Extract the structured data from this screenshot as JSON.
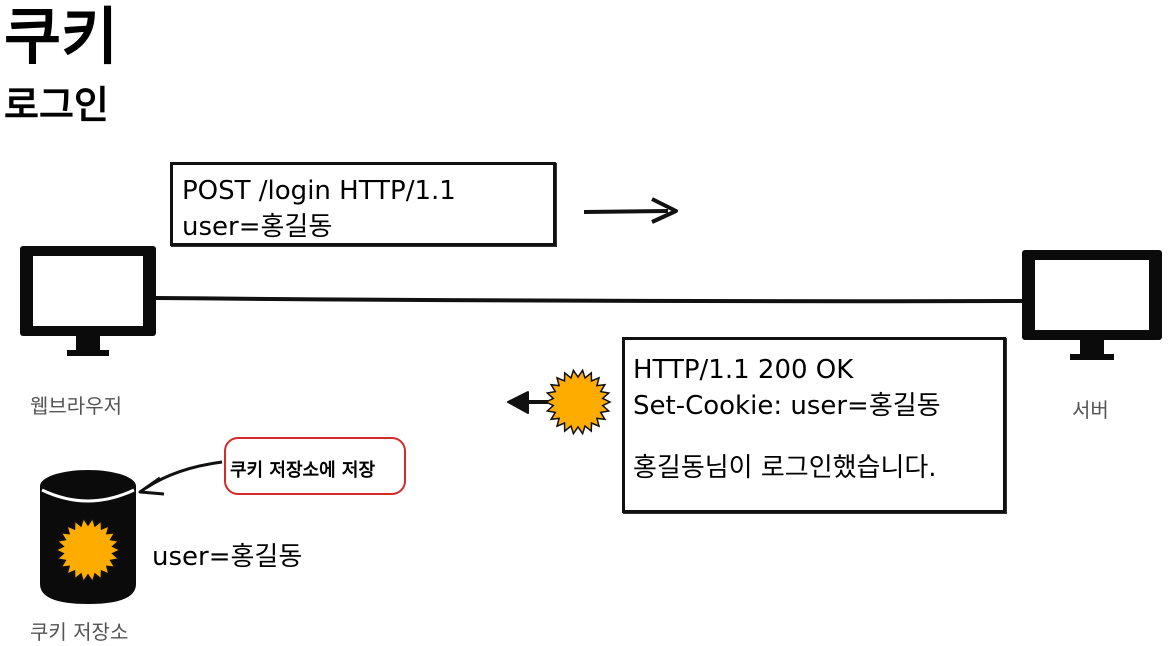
{
  "title": "쿠키",
  "subtitle": "로그인",
  "request": {
    "line1": "POST /login HTTP/1.1",
    "line2": "user=홍길동"
  },
  "response": {
    "line1": "HTTP/1.1 200 OK",
    "line2": "Set-Cookie: user=홍길동",
    "line3": "홍길동님이 로그인했습니다."
  },
  "browser": {
    "label": "웹브라우저"
  },
  "server": {
    "label": "서버"
  },
  "storage": {
    "action_label": "쿠키 저장소에 저장",
    "stored_value": "user=홍길동",
    "label": "쿠키 저장소"
  },
  "colors": {
    "cookie": "#ffac00",
    "highlight_border": "#d42a2a",
    "stroke": "#111111"
  }
}
